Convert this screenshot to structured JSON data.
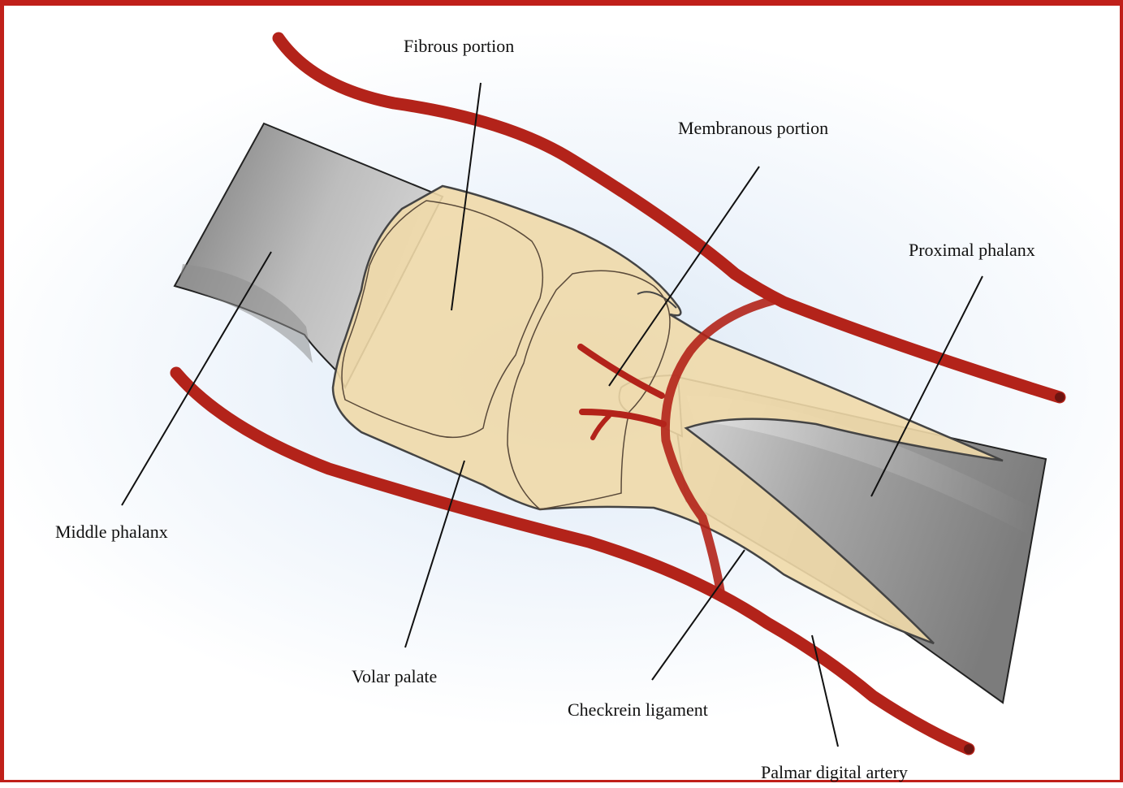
{
  "labels": {
    "fibrous_portion": "Fibrous portion",
    "membranous_portion": "Membranous portion",
    "proximal_phalanx": "Proximal phalanx",
    "middle_phalanx": "Middle phalanx",
    "volar_palate": "Volar palate",
    "checkrein_ligament": "Checkrein ligament",
    "palmar_digital_artery": "Palmar digital artery"
  },
  "colors": {
    "frame": "#c0201a",
    "artery": "#b3231a",
    "bone_dark": "#808080",
    "bone_light": "#d2d2d2",
    "volar_plate": "#f0d9a8",
    "outline": "#4a4a4a"
  }
}
